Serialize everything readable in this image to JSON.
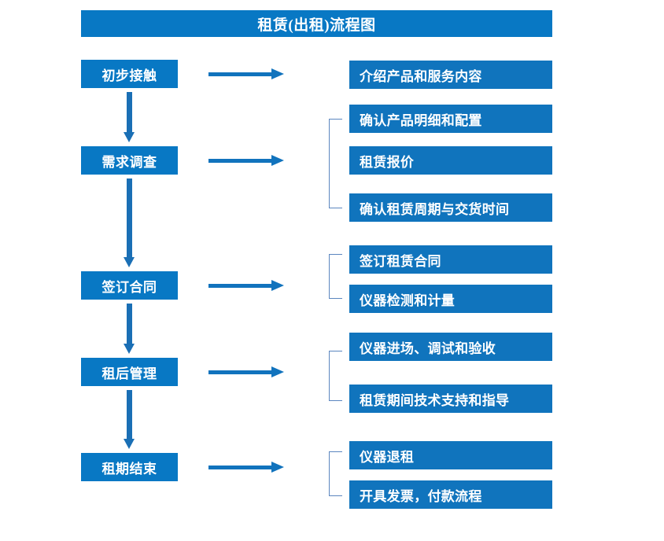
{
  "diagram": {
    "title": "租赁(出租)流程图",
    "colors": {
      "title_bar": "#0878c4",
      "stage_box": "#0878c4",
      "detail_box": "#1074bd",
      "arrow": "#1173bd",
      "vertical_arrow": "#1a6fb5",
      "bracket": "#5b86bf",
      "text": "#ffffff",
      "background": "#ffffff"
    },
    "stages": [
      {
        "label": "初步接触"
      },
      {
        "label": "需求调查"
      },
      {
        "label": "签订合同"
      },
      {
        "label": "租后管理"
      },
      {
        "label": "租期结束"
      }
    ],
    "details": [
      {
        "label": "介绍产品和服务内容"
      },
      {
        "label": "确认产品明细和配置"
      },
      {
        "label": "租赁报价"
      },
      {
        "label": "确认租赁周期与交货时间"
      },
      {
        "label": "签订租赁合同"
      },
      {
        "label": "仪器检测和计量"
      },
      {
        "label": "仪器进场、调试和验收"
      },
      {
        "label": "租赁期间技术支持和指导"
      },
      {
        "label": "仪器退租"
      },
      {
        "label": "开具发票，付款流程"
      }
    ],
    "flow_connections": [
      {
        "from": "初步接触",
        "to": "介绍产品和服务内容"
      },
      {
        "from": "需求调查",
        "to": "确认产品明细和配置 / 租赁报价 / 确认租赁周期与交货时间"
      },
      {
        "from": "签订合同",
        "to": "签订租赁合同 / 仪器检测和计量"
      },
      {
        "from": "租后管理",
        "to": "仪器进场、调试和验收 / 租赁期间技术支持和指导"
      },
      {
        "from": "租期结束",
        "to": "仪器退租 / 开具发票，付款流程"
      }
    ]
  }
}
